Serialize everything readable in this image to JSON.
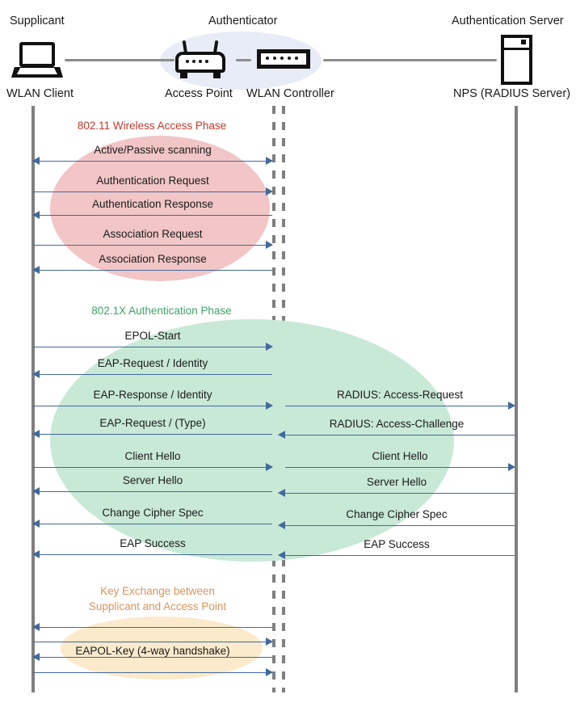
{
  "actors": [
    {
      "role": "Supplicant",
      "device": "WLAN Client",
      "icon": "laptop-icon"
    },
    {
      "role": "Authenticator",
      "device": "Access Point",
      "icon": "wireless-router-icon"
    },
    {
      "role": "",
      "device": "WLAN Controller",
      "icon": "network-switch-icon"
    },
    {
      "role": "Authentication Server",
      "device": "NPS (RADIUS Server)",
      "icon": "server-tower-icon"
    }
  ],
  "phases": [
    {
      "title": "802.11 Wireless Access Phase",
      "color": "#c0392b",
      "blob_color": "#f2c6c6",
      "messages": [
        {
          "label": "Active/Passive scanning",
          "direction": "bidirectional",
          "lane": "left"
        },
        {
          "label": "Authentication Request",
          "direction": "right",
          "lane": "left"
        },
        {
          "label": "Authentication Response",
          "direction": "left",
          "lane": "left"
        },
        {
          "label": "Association Request",
          "direction": "right",
          "lane": "left"
        },
        {
          "label": "Association Response",
          "direction": "left",
          "lane": "left"
        }
      ]
    },
    {
      "title": "802.1X Authentication Phase",
      "color": "#3da36a",
      "blob_color": "#c9e9d7",
      "messages": [
        {
          "label": "EPOL-Start",
          "direction": "right",
          "lane": "left"
        },
        {
          "label": "EAP-Request / Identity",
          "direction": "left",
          "lane": "left"
        },
        {
          "label": "EAP-Response / Identity",
          "direction": "right",
          "lane": "left"
        },
        {
          "label": "RADIUS: Access-Request",
          "direction": "right",
          "lane": "right"
        },
        {
          "label": "EAP-Request / (Type)",
          "direction": "left",
          "lane": "left"
        },
        {
          "label": "RADIUS: Access-Challenge",
          "direction": "left",
          "lane": "right"
        },
        {
          "label": "Client Hello",
          "direction": "right",
          "lane": "left"
        },
        {
          "label": "Client Hello",
          "direction": "right",
          "lane": "right"
        },
        {
          "label": "Server Hello",
          "direction": "left",
          "lane": "left"
        },
        {
          "label": "Server Hello",
          "direction": "left",
          "lane": "right"
        },
        {
          "label": "Change Cipher Spec",
          "direction": "left",
          "lane": "left"
        },
        {
          "label": "Change Cipher Spec",
          "direction": "left",
          "lane": "right"
        },
        {
          "label": "EAP Success",
          "direction": "left",
          "lane": "left"
        },
        {
          "label": "EAP Success",
          "direction": "left",
          "lane": "right"
        }
      ]
    },
    {
      "title": "Key Exchange between\nSupplicant and Access Point",
      "title_line1": "Key Exchange between",
      "title_line2": "Supplicant and Access Point",
      "color": "#d9945a",
      "blob_color": "#fbeacb",
      "messages": [
        {
          "label": "",
          "direction": "left",
          "lane": "left"
        },
        {
          "label": "",
          "direction": "right",
          "lane": "left"
        },
        {
          "label": "EAPOL-Key (4-way handshake)",
          "direction": "left",
          "lane": "left"
        },
        {
          "label": "",
          "direction": "right",
          "lane": "left"
        }
      ]
    }
  ],
  "labels": {
    "p1_m1": "Active/Passive scanning",
    "p1_m2": "Authentication Request",
    "p1_m3": "Authentication Response",
    "p1_m4": "Association Request",
    "p1_m5": "Association Response",
    "p2_m1": "EPOL-Start",
    "p2_m2": "EAP-Request / Identity",
    "p2_m3": "EAP-Response / Identity",
    "p2_m4": "EAP-Request / (Type)",
    "p2_m5": "Client Hello",
    "p2_m6": "Server Hello",
    "p2_m7": "Change Cipher Spec",
    "p2_m8": "EAP Success",
    "p2_r1": "RADIUS: Access-Request",
    "p2_r2": "RADIUS: Access-Challenge",
    "p2_r3": "Client Hello",
    "p2_r4": "Server Hello",
    "p2_r5": "Change Cipher Spec",
    "p2_r6": "EAP Success",
    "p3_m1": "EAPOL-Key (4-way handshake)"
  },
  "phase_titles": {
    "p1": "802.11 Wireless Access Phase",
    "p2": "802.1X Authentication Phase",
    "p3a": "Key Exchange between",
    "p3b": "Supplicant and Access Point"
  },
  "headers": {
    "supplicant": "Supplicant",
    "authenticator": "Authenticator",
    "auth_server": "Authentication Server",
    "wlan_client": "WLAN Client",
    "access_point": "Access Point",
    "wlan_controller": "WLAN Controller",
    "nps": "NPS (RADIUS Server)"
  },
  "colors": {
    "arrow": "#41699c",
    "lifeline": "#7f7f7f",
    "phase1": "#c0392b",
    "phase2": "#3da36a",
    "phase3": "#d9945a",
    "blob1": "#f2c6c6",
    "blob2": "#c9e9d7",
    "blob3": "#fbeacb",
    "authenticator_blob": "#e8ecf7"
  }
}
